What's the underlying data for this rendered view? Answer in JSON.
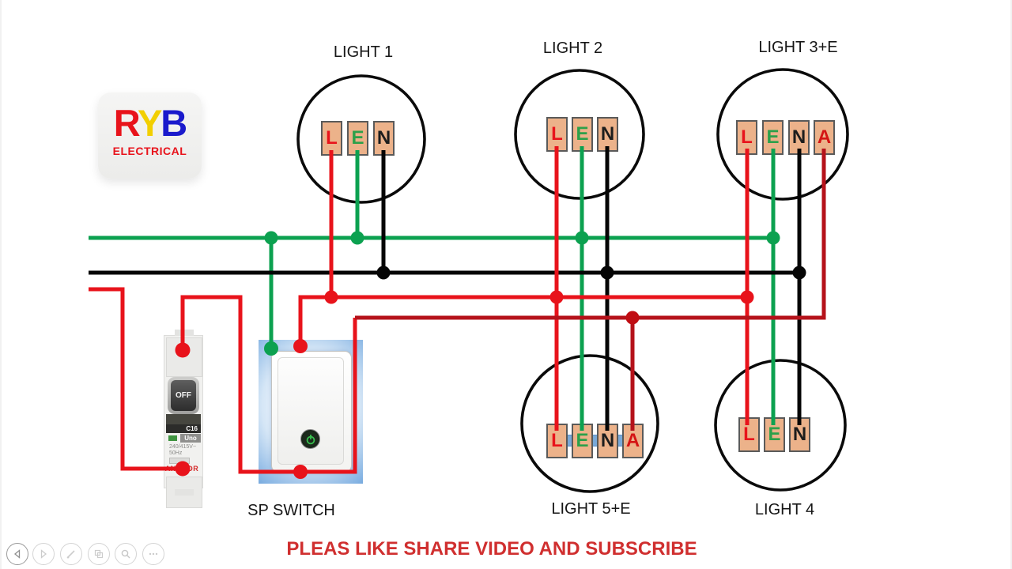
{
  "logo": {
    "letters": [
      "R",
      "Y",
      "B"
    ],
    "letter_colors": [
      "#e8131b",
      "#f2cf00",
      "#1a1acc"
    ],
    "subtitle": "ELECTRICAL"
  },
  "lights": [
    {
      "label": "LIGHT 1",
      "terminals": [
        "L",
        "E",
        "N"
      ]
    },
    {
      "label": "LIGHT 2",
      "terminals": [
        "L",
        "E",
        "N"
      ]
    },
    {
      "label": "LIGHT 3+E",
      "terminals": [
        "L",
        "E",
        "N",
        "A"
      ]
    },
    {
      "label": "LIGHT 5+E",
      "terminals": [
        "L",
        "E",
        "N",
        "A"
      ]
    },
    {
      "label": "LIGHT 4",
      "terminals": [
        "L",
        "E",
        "N"
      ]
    }
  ],
  "switch": {
    "label": "SP SWITCH"
  },
  "breaker": {
    "toggle_state": "OFF",
    "rating": "C16",
    "model": "Uno",
    "spec_line1": "240/415V~",
    "spec_line2": "50Hz",
    "brand": "ANCHOR"
  },
  "footer": {
    "message": "PLEAS LIKE SHARE VIDEO AND SUBSCRIBE"
  },
  "player_controls": [
    {
      "name": "previous"
    },
    {
      "name": "play"
    },
    {
      "name": "draw"
    },
    {
      "name": "slides"
    },
    {
      "name": "zoom"
    },
    {
      "name": "more"
    }
  ],
  "wire_colors": {
    "live": "#e8131b",
    "live_alt": "#b5121a",
    "neutral": "#000000",
    "earth": "#0ca150"
  }
}
